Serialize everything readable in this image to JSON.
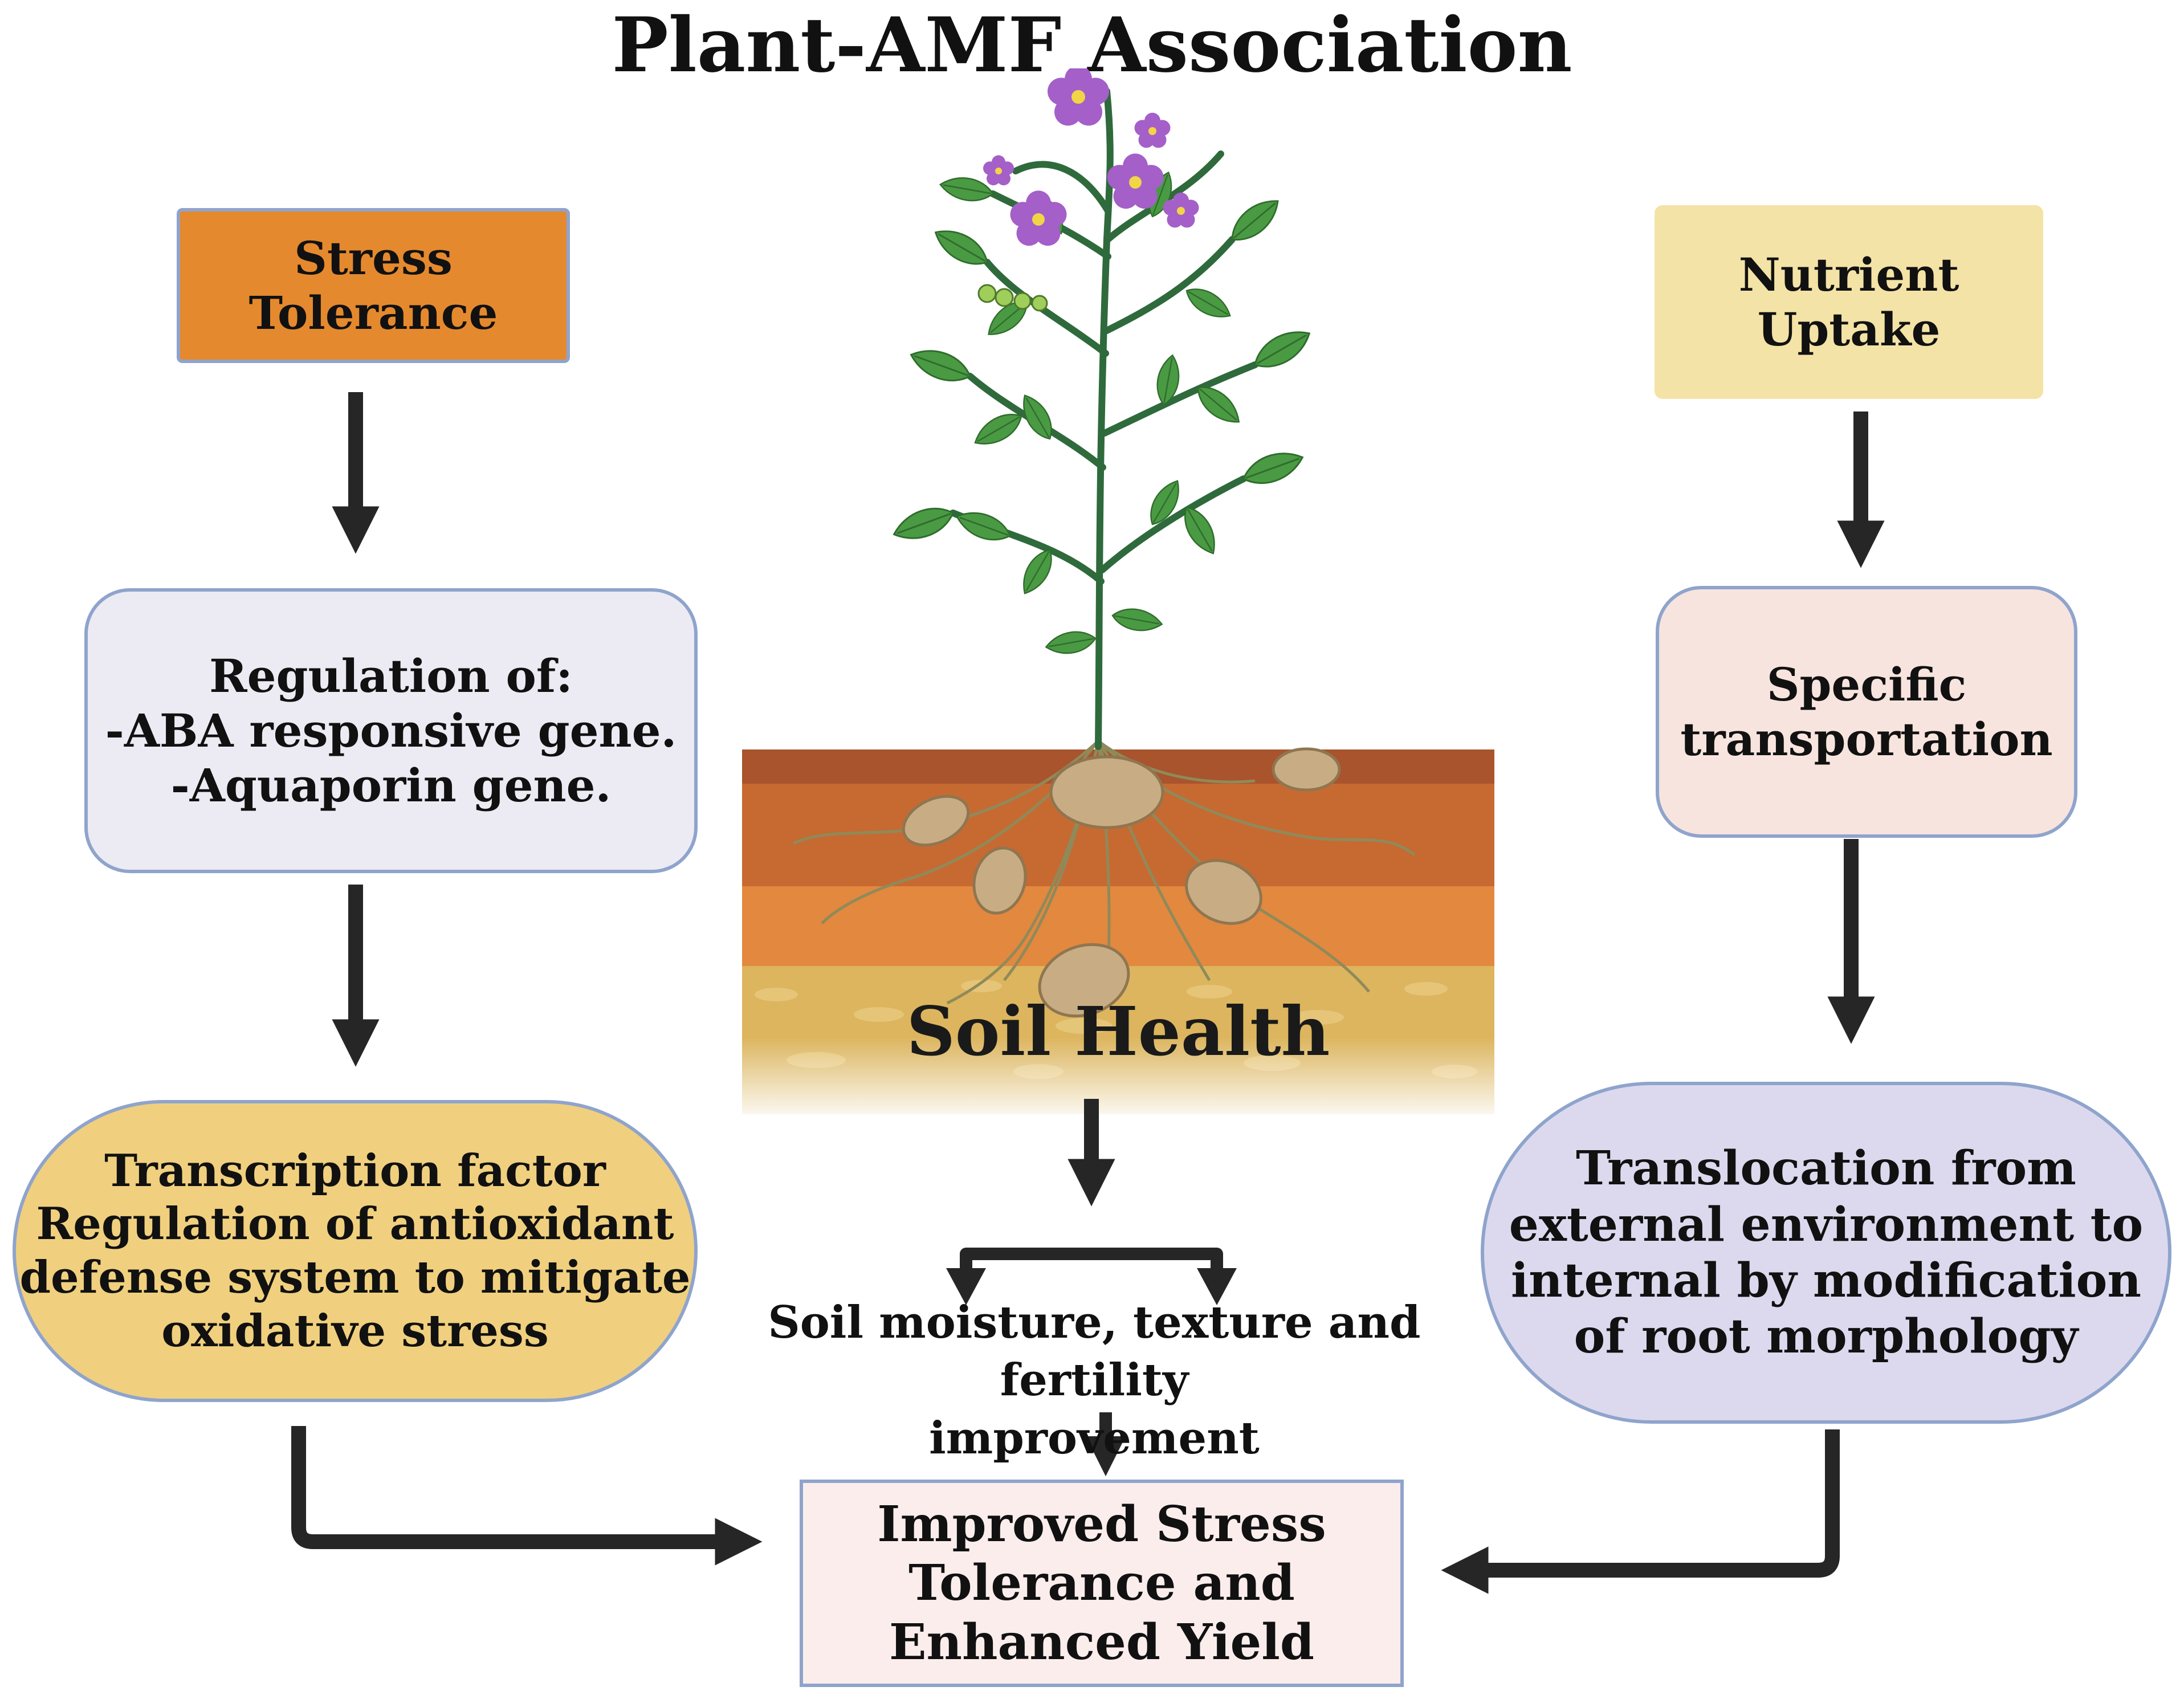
{
  "title": "Plant-AMF Association",
  "boxes": {
    "stress_tolerance": "Stress\nTolerance",
    "nutrient_uptake": "Nutrient\nUptake",
    "regulation": "Regulation of:\n-ABA responsive gene.\n-Aquaporin gene.",
    "specific_transportation": "Specific\ntransportation",
    "transcription_factor": "Transcription factor\nRegulation of antioxidant\ndefense system to mitigate\noxidative stress",
    "translocation": "Translocation from\nexternal environment to\ninternal by modification\nof root morphology",
    "soil_health": "Soil Health",
    "soil_improvement": "Soil moisture, texture and fertility\nimprovement",
    "result": "Improved Stress\nTolerance and\nEnhanced Yield"
  },
  "colors": {
    "stress_box": "#e5892e",
    "nutrient_box": "#f4e3a6",
    "regulation_box": "#ecebf3",
    "transport_box": "#f8e4de",
    "transcription_box": "#f0d07e",
    "translocation_box": "#dcd9ee",
    "result_box": "#fceded",
    "box_border": "#8fa4cc",
    "arrow": "#262626",
    "leaf": "#4a9a44",
    "flower": "#a45fc8",
    "tuber": "#c8ad84"
  },
  "icons": {
    "illustration": "potato-plant-with-soil-layers-icon",
    "arrow": "down-arrow-icon"
  }
}
